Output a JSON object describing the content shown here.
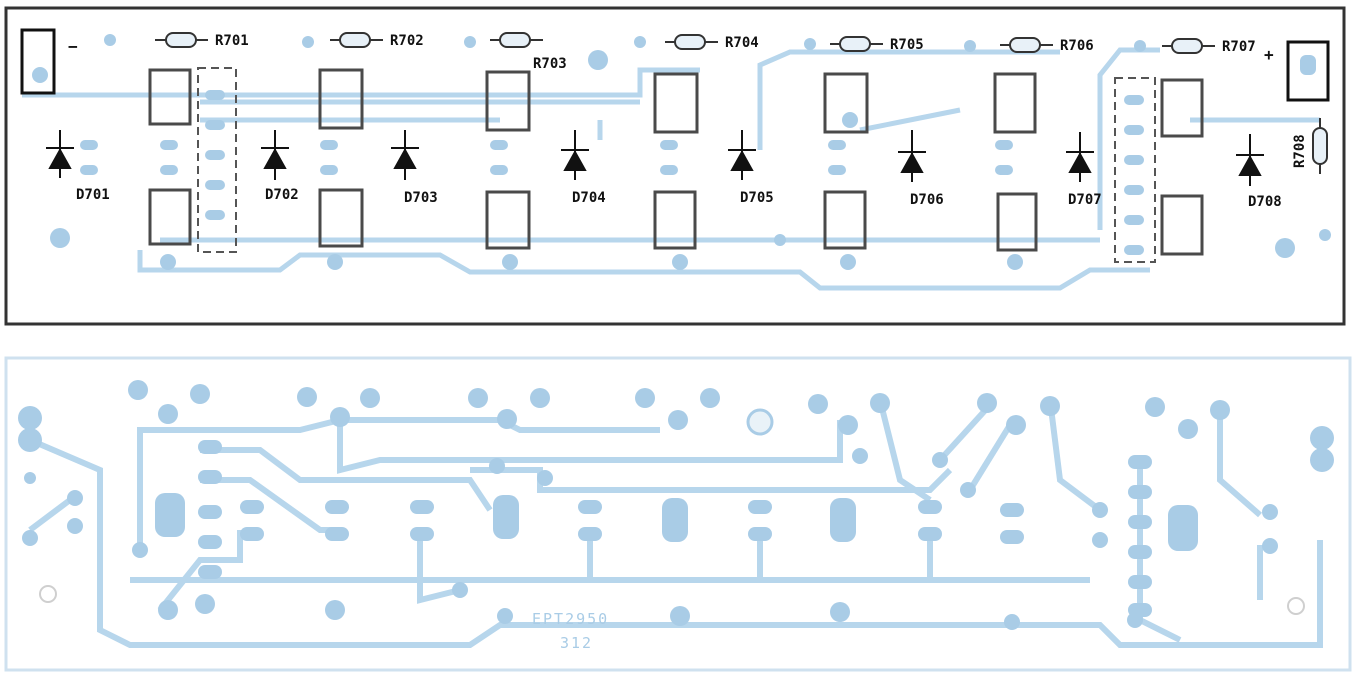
{
  "component_side": {
    "resistor_labels": [
      "R701",
      "R702",
      "R703",
      "R704",
      "R705",
      "R706",
      "R707"
    ],
    "resistor_vertical_label": "R708",
    "diode_labels": [
      "D701",
      "D702",
      "D703",
      "D704",
      "D705",
      "D706",
      "D707",
      "D708"
    ],
    "minus_sign": "−",
    "plus_sign": "+"
  },
  "copper_side": {
    "board_code": "EPT2950",
    "board_sub": "312"
  },
  "colors": {
    "copper": "#b7d6ec",
    "outline": "#333333",
    "component": "#4a4a4a",
    "pad_ring": "#a9cce6"
  }
}
